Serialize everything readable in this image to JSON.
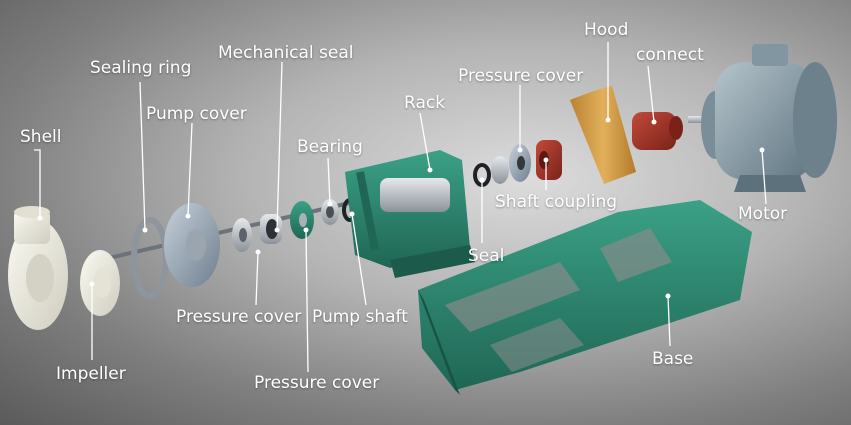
{
  "labels": {
    "shell": "Shell",
    "sealing_ring": "Sealing ring",
    "pump_cover": "Pump cover",
    "mechanical_seal": "Mechanical seal",
    "bearing": "Bearing",
    "rack": "Rack",
    "pressure_cover_top": "Pressure cover",
    "hood": "Hood",
    "connect": "connect",
    "shaft_coupling": "Shaft coupling",
    "motor": "Motor",
    "seal": "Seal",
    "base": "Base",
    "impeller": "Impeller",
    "pressure_cover_mid": "Pressure cover",
    "pump_shaft": "Pump shaft",
    "pressure_cover_bottom": "Pressure cover"
  },
  "colors": {
    "pump_white": "#f1f0e4",
    "cast_green": "#2f8a72",
    "hood_yellow": "#d9a44a",
    "coupling_red": "#a9382c",
    "motor_gray": "#8fa3ad",
    "steel": "#c9ced3"
  }
}
